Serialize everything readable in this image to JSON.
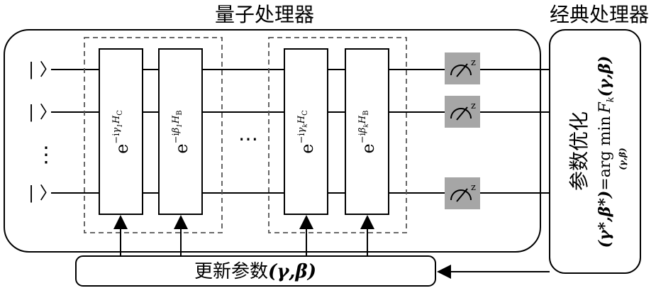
{
  "titles": {
    "quantum": "量子处理器",
    "classical": "经典处理器"
  },
  "qubits": {
    "ket": "| 〉",
    "vdots": "⋮"
  },
  "gates": [
    {
      "base": "e",
      "exp_prefix": "−i",
      "param": "γ",
      "index": "1",
      "ham": "H",
      "ham_sub": "C"
    },
    {
      "base": "e",
      "exp_prefix": "−i",
      "param": "β",
      "index": "1",
      "ham": "H",
      "ham_sub": "B"
    },
    {
      "base": "e",
      "exp_prefix": "−i",
      "param": "γ",
      "index": "k",
      "ham": "H",
      "ham_sub": "C"
    },
    {
      "base": "e",
      "exp_prefix": "−i",
      "param": "β",
      "index": "k",
      "ham": "H",
      "ham_sub": "B"
    }
  ],
  "ellipsis": "⋯",
  "meter_label": "z",
  "optimizer": {
    "title": "参数优化",
    "formula_lhs": "(γ*,β*)",
    "formula_eq": "=arg min",
    "formula_func": "F",
    "formula_func_sub": "k",
    "formula_args": "(γ,β)",
    "formula_under": "(γ,β)"
  },
  "update": {
    "label": "更新参数",
    "args": "(γ,β)"
  }
}
